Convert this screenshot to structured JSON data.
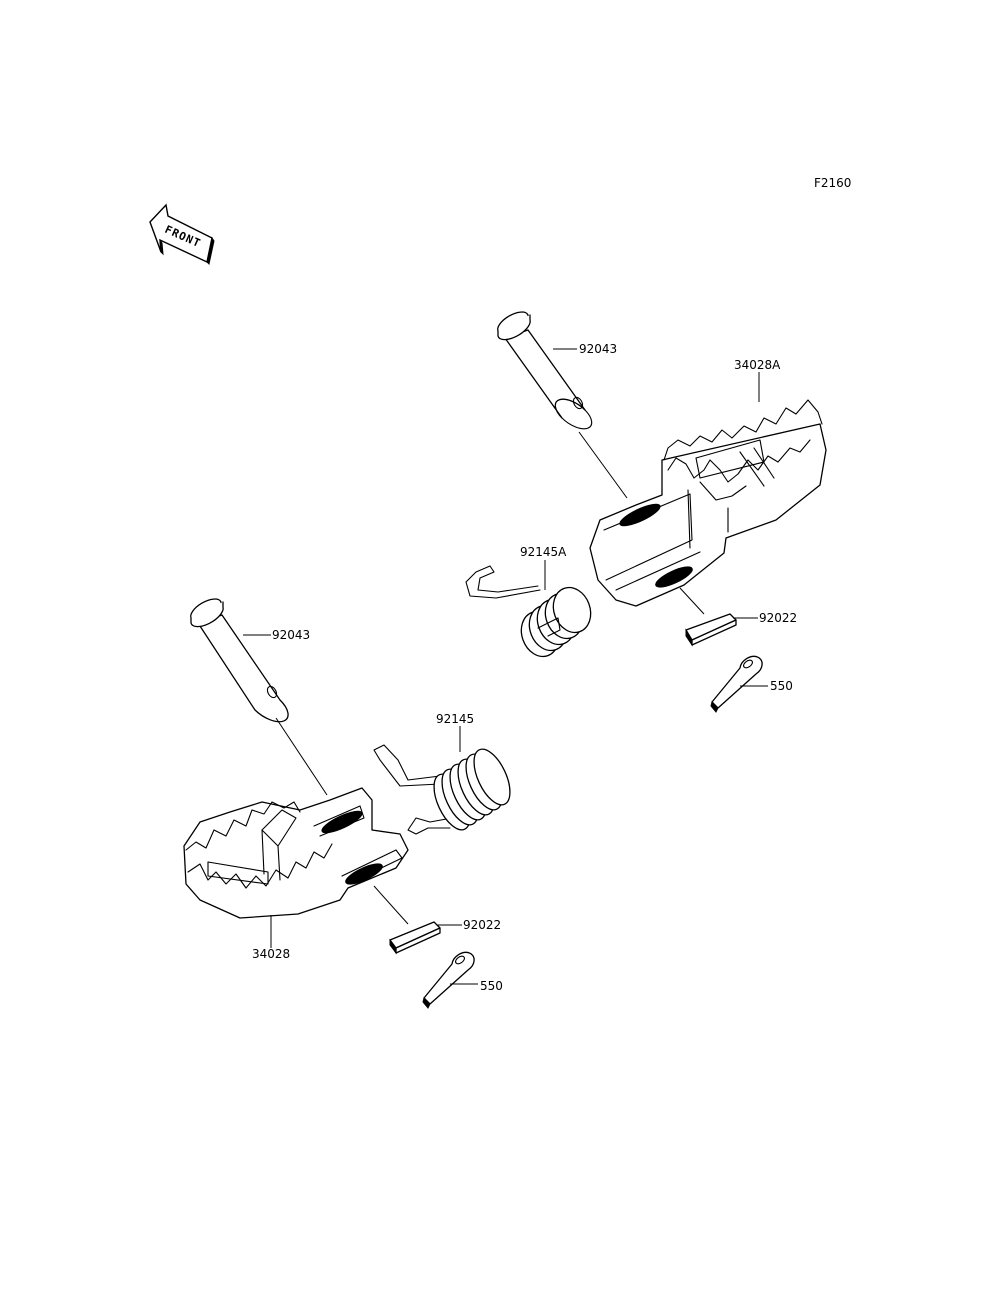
{
  "diagram": {
    "figure_code": "F2160",
    "front_label": "FRONT",
    "colors": {
      "line": "#000000",
      "background": "#ffffff"
    },
    "parts": [
      {
        "id": "pin-right",
        "part_number": "92043"
      },
      {
        "id": "step-right",
        "part_number": "34028A"
      },
      {
        "id": "spring-right",
        "part_number": "92145A"
      },
      {
        "id": "washer-right",
        "part_number": "92022"
      },
      {
        "id": "cotter-right",
        "part_number": "550"
      },
      {
        "id": "pin-left",
        "part_number": "92043"
      },
      {
        "id": "spring-left",
        "part_number": "92145"
      },
      {
        "id": "step-left",
        "part_number": "34028"
      },
      {
        "id": "washer-left",
        "part_number": "92022"
      },
      {
        "id": "cotter-left",
        "part_number": "550"
      }
    ]
  }
}
